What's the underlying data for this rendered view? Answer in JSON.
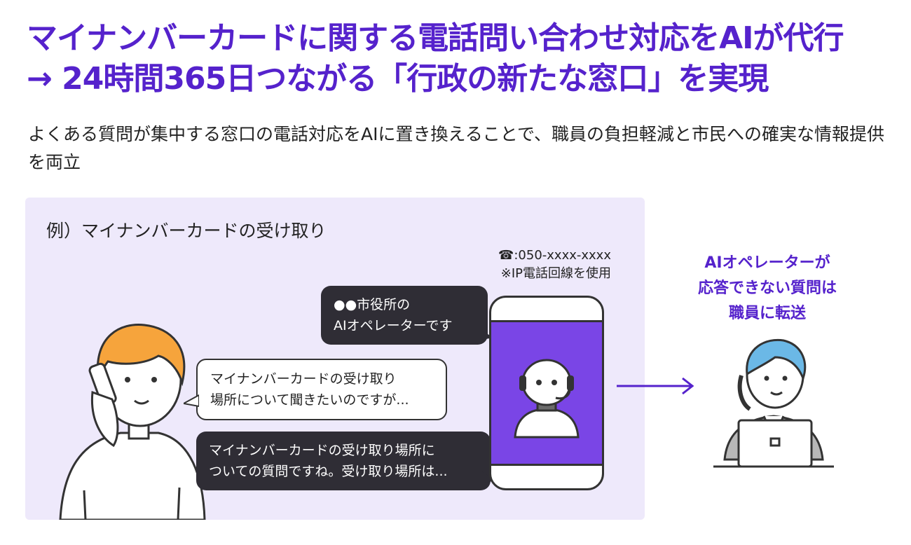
{
  "title": {
    "line1": "マイナンバーカードに関する電話問い合わせ対応をAIが代行",
    "line2": "→ 24時間365日つながる「行政の新たな窓口」を実現"
  },
  "lead": "よくある質問が集中する窓口の電話対応をAIに置き換えることで、職員の負担軽減と市民への確実な情報提供を両立",
  "panel": {
    "label": "例）マイナンバーカードの受け取り",
    "phone_number": "☎:050-xxxx-xxxx",
    "phone_note": "※IP電話回線を使用",
    "bubbles": [
      {
        "lines": [
          "●●市役所の",
          "AIオペレーターです"
        ],
        "style": "dark"
      },
      {
        "lines": [
          "マイナンバーカードの受け取り",
          "場所について聞きたいのですが..."
        ],
        "style": "light"
      },
      {
        "lines": [
          "マイナンバーカードの受け取り場所に",
          "ついての質問ですね。受け取り場所は..."
        ],
        "style": "dark"
      }
    ]
  },
  "side": {
    "lines": [
      "AIオペレーターが",
      "応答できない質問は",
      "職員に転送"
    ]
  },
  "icons": [
    "phone-icon",
    "robot-operator-icon",
    "caller-person-icon",
    "staff-person-icon",
    "arrow-right-icon",
    "laptop-icon"
  ],
  "colors": {
    "accent": "#5522cc",
    "panel_bg": "#eee9fb",
    "phone_screen": "#7a45e6",
    "bubble_dark": "#2f2d35"
  }
}
